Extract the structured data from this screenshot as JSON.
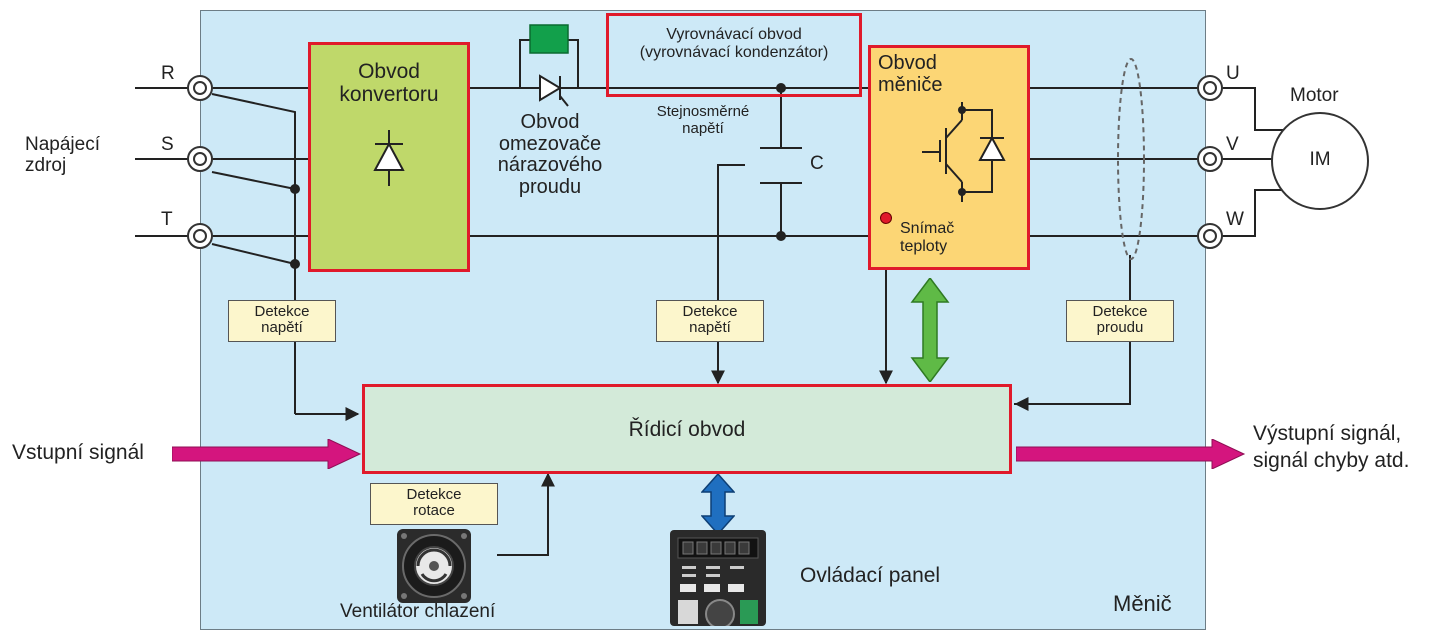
{
  "inputs": {
    "supply_label": [
      "Napájecí",
      "zdroj"
    ],
    "terminals": [
      "R",
      "S",
      "T"
    ]
  },
  "outputs": {
    "terminals": [
      "U",
      "V",
      "W"
    ],
    "motor_label": "Motor",
    "motor_symbol": "IM"
  },
  "blocks": {
    "converter": [
      "Obvod",
      "konvertoru"
    ],
    "inrush": [
      "Obvod",
      "omezovače",
      "nárazového",
      "proudu"
    ],
    "smoothing": [
      "Vyrovnávací obvod",
      "(vyrovnávací kondenzátor)"
    ],
    "dc_voltage": [
      "Stejnosměrné",
      "napětí"
    ],
    "capacitor": "C",
    "inverter": [
      "Obvod",
      "měniče"
    ],
    "temp_sensor": [
      "Snímač",
      "teploty"
    ],
    "control": "Řídicí obvod",
    "frame_label": "Měnič"
  },
  "detect": {
    "voltage_1": [
      "Detekce",
      "napětí"
    ],
    "voltage_2": [
      "Detekce",
      "napětí"
    ],
    "current": [
      "Detekce",
      "proudu"
    ],
    "rotation": [
      "Detekce",
      "rotace"
    ]
  },
  "signals": {
    "input": "Vstupní signál",
    "output": [
      "Výstupní signál,",
      "signál chyby atd."
    ]
  },
  "peripherals": {
    "fan": "Ventilátor chlazení",
    "panel": "Ovládací panel"
  },
  "colors": {
    "frame_fill": "#cde9f7",
    "converter_fill": "#bfd86a",
    "inverter_fill": "#fcd675",
    "control_fill": "#d3ead9",
    "detect_fill": "#fcf6cc",
    "red_border": "#e01a2b",
    "magenta_arrow": "#d4157e",
    "green_arrow": "#5fba46",
    "blue_arrow": "#1f6fc0",
    "inrush_resistor": "#12a04b"
  }
}
